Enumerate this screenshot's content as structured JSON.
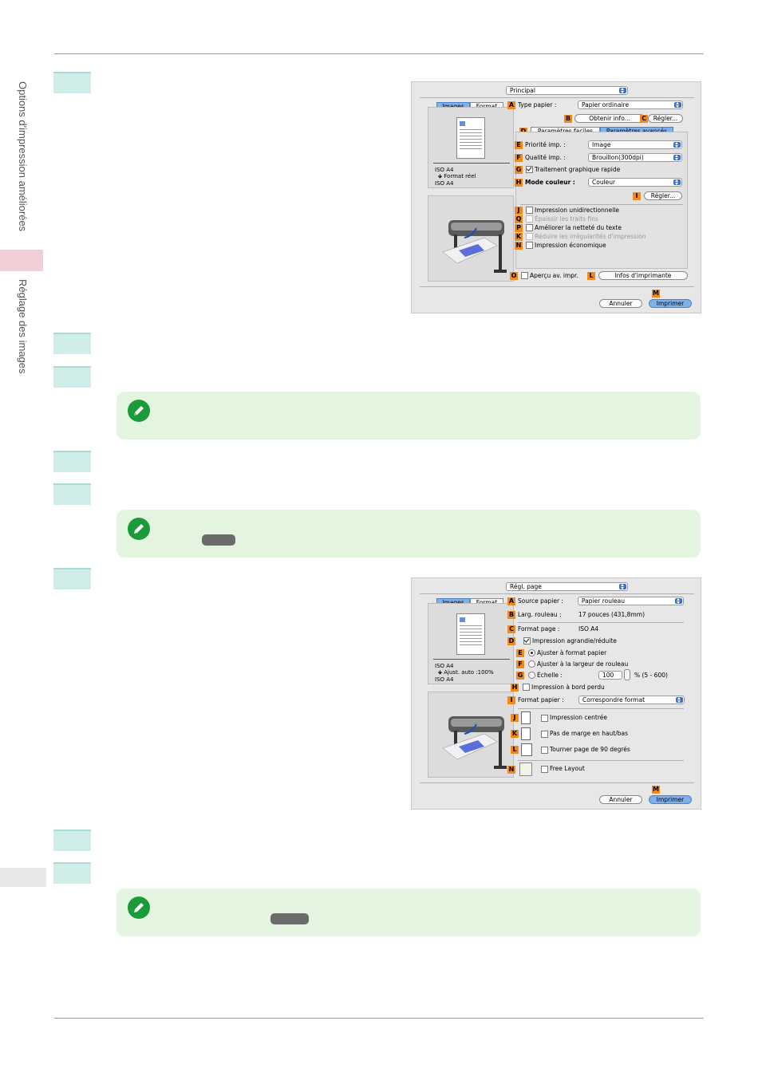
{
  "sidebar": {
    "section_label": "Options d'impression améliorées",
    "subsection_label": "Réglage des images"
  },
  "dialog1": {
    "top_menu": "Principal",
    "tab_images": "Images",
    "tab_format": "Format",
    "preview_lines": [
      "ISO A4",
      "Format réel",
      "ISO A4"
    ],
    "paper_type_label": "Type papier :",
    "paper_type_value": "Papier ordinaire",
    "get_info_button": "Obtenir info...",
    "settings_button": "Régler...",
    "easy_settings_tab": "Paramètres faciles",
    "advanced_settings_tab": "Paramètres avancés",
    "priority_label": "Priorité imp. :",
    "priority_value": "Image",
    "quality_label": "Qualité imp. :",
    "quality_value": "Brouillon(300dpi)",
    "fast_graphics_label": "Traitement graphique rapide",
    "color_mode_label": "Mode couleur :",
    "color_mode_value": "Couleur",
    "color_settings_button": "Régler...",
    "unidirectional_label": "Impression unidirectionnelle",
    "thicken_lines_label": "Épaissir les traits fins",
    "sharpen_text_label": "Améliorer la netteté du texte",
    "reduce_irregularities_label": "Réduire les irrégularités d'impression",
    "economy_label": "Impression économique",
    "preview_label": "Aperçu av. impr.",
    "printer_info_button": "Infos d'imprimante",
    "cancel_button": "Annuler",
    "print_button": "Imprimer",
    "letters": {
      "A": "A",
      "B": "B",
      "C": "C",
      "D": "D",
      "E": "E",
      "F": "F",
      "G": "G",
      "H": "H",
      "I": "I",
      "J": "J",
      "Q": "Q",
      "P": "P",
      "K": "K",
      "N": "N",
      "O": "O",
      "L": "L",
      "M": "M"
    }
  },
  "dialog2": {
    "top_menu": "Régl. page",
    "tab_images": "Images",
    "tab_format": "Format",
    "preview_lines": [
      "ISO A4",
      "Ajust. auto :100%",
      "ISO A4"
    ],
    "paper_source_label": "Source papier :",
    "paper_source_value": "Papier rouleau",
    "roll_width_label": "Larg. rouleau :",
    "roll_width_value": "17 pouces (431,8mm)",
    "page_size_label": "Format page :",
    "page_size_value": "ISO A4",
    "enlarged_reduced_label": "Impression agrandie/réduite",
    "fit_paper_size_label": "Ajuster à format papier",
    "fit_roll_width_label": "Ajuster à la largeur de rouleau",
    "scaling_label": "Échelle :",
    "scaling_value": "100",
    "scaling_range": "% (5 - 600)",
    "borderless_label": "Impression à bord perdu",
    "paper_size_label": "Format papier :",
    "paper_size_value": "Correspondre format",
    "centered_label": "Impression centrée",
    "no_margin_label": "Pas de marge en haut/bas",
    "rotate_label": "Tourner page de 90 degrés",
    "free_layout_label": "Free Layout",
    "cancel_button": "Annuler",
    "print_button": "Imprimer",
    "letters": {
      "A": "A",
      "B": "B",
      "C": "C",
      "D": "D",
      "E": "E",
      "F": "F",
      "G": "G",
      "H": "H",
      "I": "I",
      "J": "J",
      "K": "K",
      "L": "L",
      "N": "N",
      "M": "M"
    }
  },
  "colors": {
    "step_box": "#cfeee9",
    "note_bg": "#e3f5df",
    "sidebar_active": "#f2cfd6",
    "letter_badge": "#f08a1c",
    "selected_blue": "#7fb0ea"
  },
  "icons": [
    "note-pencil-icon",
    "printer-illustration-icon"
  ]
}
